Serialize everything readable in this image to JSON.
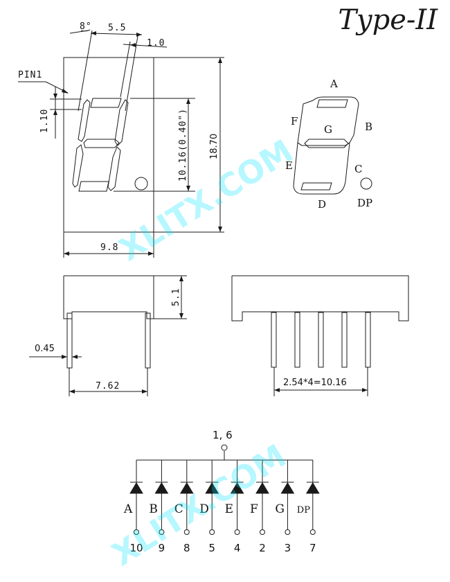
{
  "title": "Type-II",
  "dims": {
    "angle": "8°",
    "slant_offset": "5.5",
    "seg_width": "1.0",
    "pin1": "PIN1",
    "top_margin": "1.10",
    "digit_height": "10.16(0.40\")",
    "body_height": "18.70",
    "body_width": "9.8",
    "side_height": "5.1",
    "pin_dia": "0.45",
    "row_spacing": "7.62",
    "pin_pitch": "2.54*4=10.16"
  },
  "segment_labels": [
    "A",
    "B",
    "C",
    "D",
    "E",
    "F",
    "G",
    "DP"
  ],
  "circuit": {
    "common_pins": "1, 6",
    "diodes": [
      {
        "seg": "A",
        "pin": "10"
      },
      {
        "seg": "B",
        "pin": "9"
      },
      {
        "seg": "C",
        "pin": "8"
      },
      {
        "seg": "D",
        "pin": "5"
      },
      {
        "seg": "E",
        "pin": "4"
      },
      {
        "seg": "F",
        "pin": "2"
      },
      {
        "seg": "G",
        "pin": "3"
      },
      {
        "seg": "DP",
        "pin": "7"
      }
    ]
  },
  "watermark": "XLITX.COM"
}
